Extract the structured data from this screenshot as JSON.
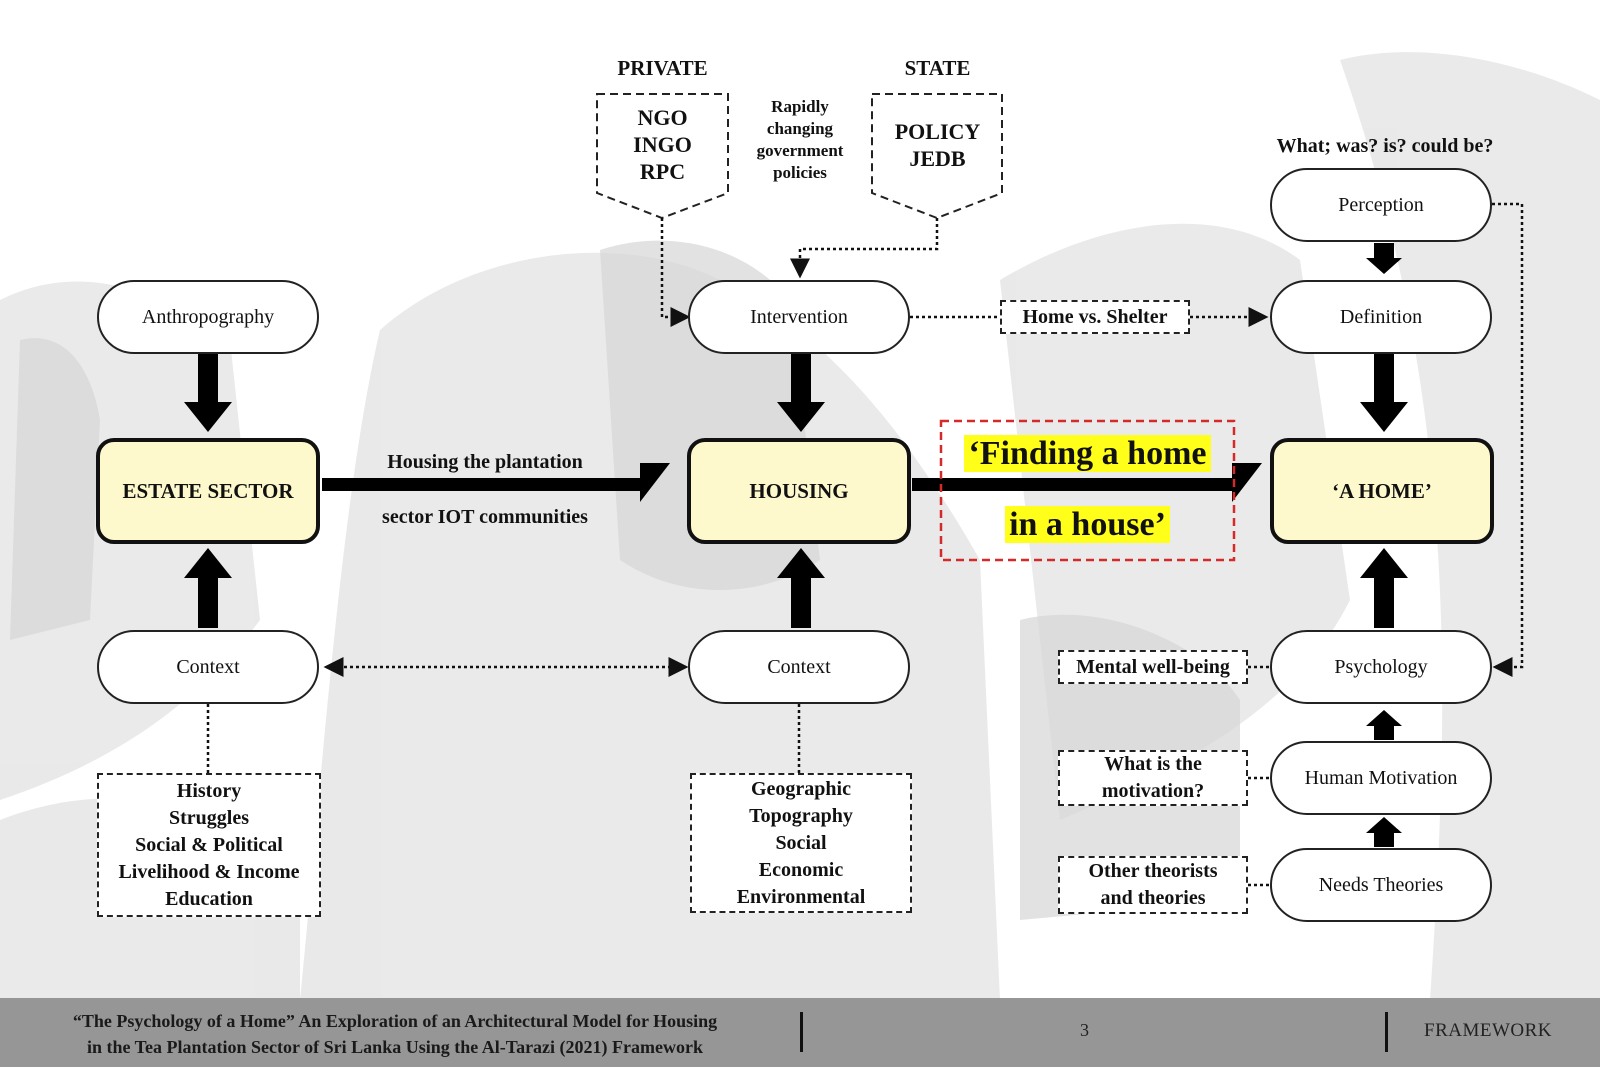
{
  "colors": {
    "core_fill": "#fdf9cc",
    "highlight": "#ffff1a",
    "accent_dashed": "#d42a2a",
    "footer_bg": "#969696"
  },
  "top": {
    "private_label": "PRIVATE",
    "state_label": "STATE",
    "private_items": [
      "NGO",
      "INGO",
      "RPC"
    ],
    "state_items": [
      "POLICY",
      "JEDB"
    ],
    "policy_note": [
      "Rapidly",
      "changing",
      "government",
      "policies"
    ]
  },
  "left": {
    "anthropography": "Anthropography",
    "estate_sector": "ESTATE SECTOR",
    "context": "Context",
    "context_factors": [
      "History",
      "Struggles",
      "Social & Political",
      "Livelihood & Income",
      "Education"
    ]
  },
  "middle": {
    "intervention": "Intervention",
    "housing": "HOUSING",
    "context": "Context",
    "context_factors": [
      "Geographic",
      "Topography",
      "Social",
      "Economic",
      "Environmental"
    ],
    "arrow_label_top": "Housing the plantation",
    "arrow_label_bottom": "sector IOT communities"
  },
  "bridge": {
    "home_vs_shelter": "Home vs. Shelter",
    "highlight_line1": "‘Finding a home",
    "highlight_line2": "in a house’"
  },
  "right": {
    "question": "What; was? is? could be?",
    "perception": "Perception",
    "definition": "Definition",
    "a_home": "‘A HOME’",
    "psychology": "Psychology",
    "human_motivation": "Human Motivation",
    "needs_theories": "Needs Theories",
    "mental_wellbeing": "Mental well-being",
    "motivation_q": [
      "What is the",
      "motivation?"
    ],
    "other_theorists": [
      "Other theorists",
      "and theories"
    ]
  },
  "footer": {
    "title_line1": "“The Psychology of a Home” An Exploration of an Architectural Model for Housing",
    "title_line2": "in the Tea Plantation Sector of Sri Lanka Using the Al-Tarazi (2021) Framework",
    "page_number": "3",
    "section": "FRAMEWORK"
  }
}
